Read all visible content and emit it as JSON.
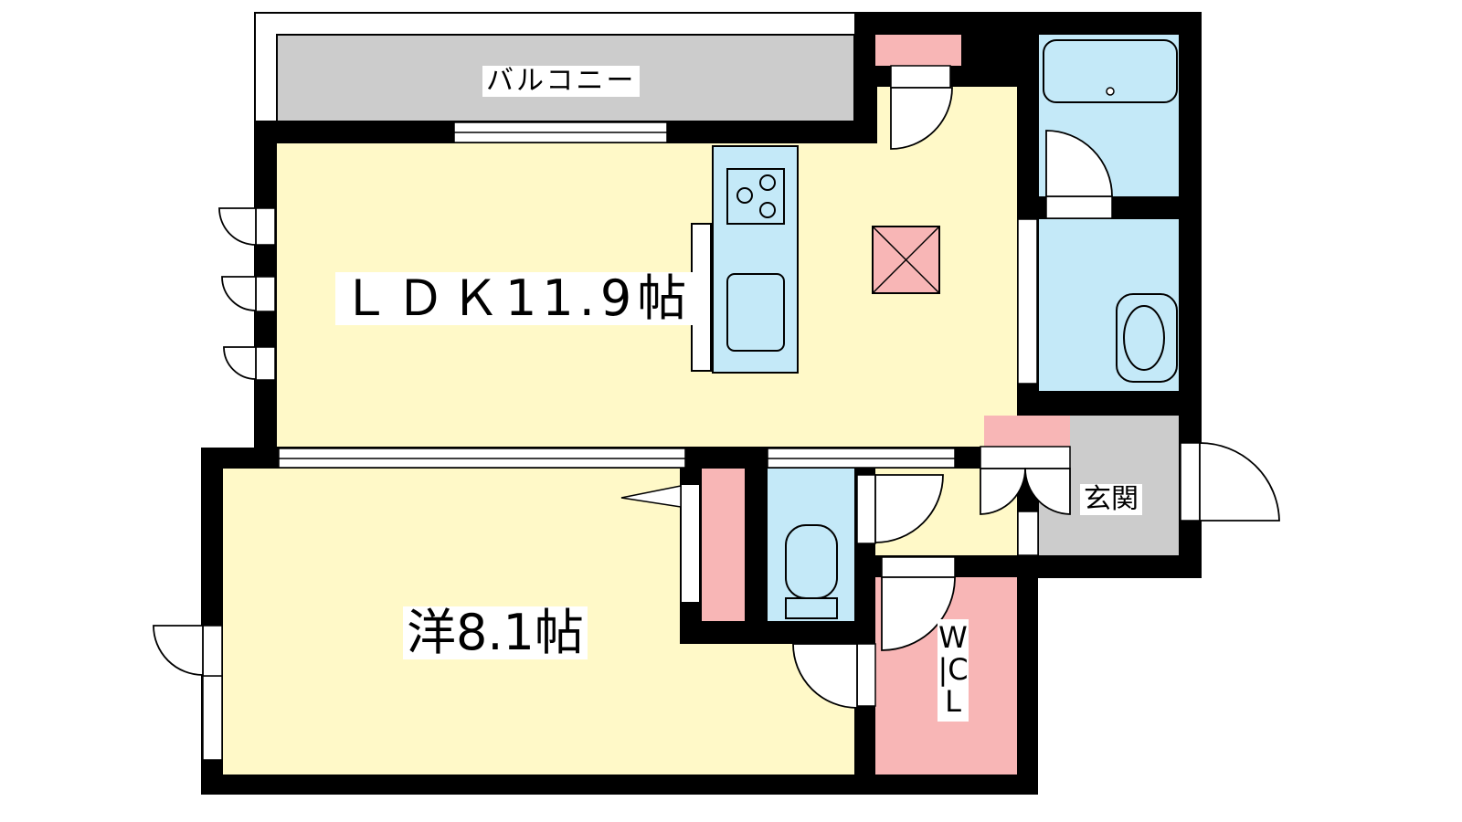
{
  "labels": {
    "balcony": "バルコニー",
    "ldk": "ＬＤＫ11.9帖",
    "bedroom": "洋8.1帖",
    "entrance": "玄関",
    "wic": "W|CL"
  },
  "colors": {
    "wall": "#000000",
    "living": "#fff9c8",
    "wet": "#c4e9f8",
    "storage": "#f8b6b6",
    "entrance": "#cccccc",
    "balcony": "#cccccc"
  }
}
